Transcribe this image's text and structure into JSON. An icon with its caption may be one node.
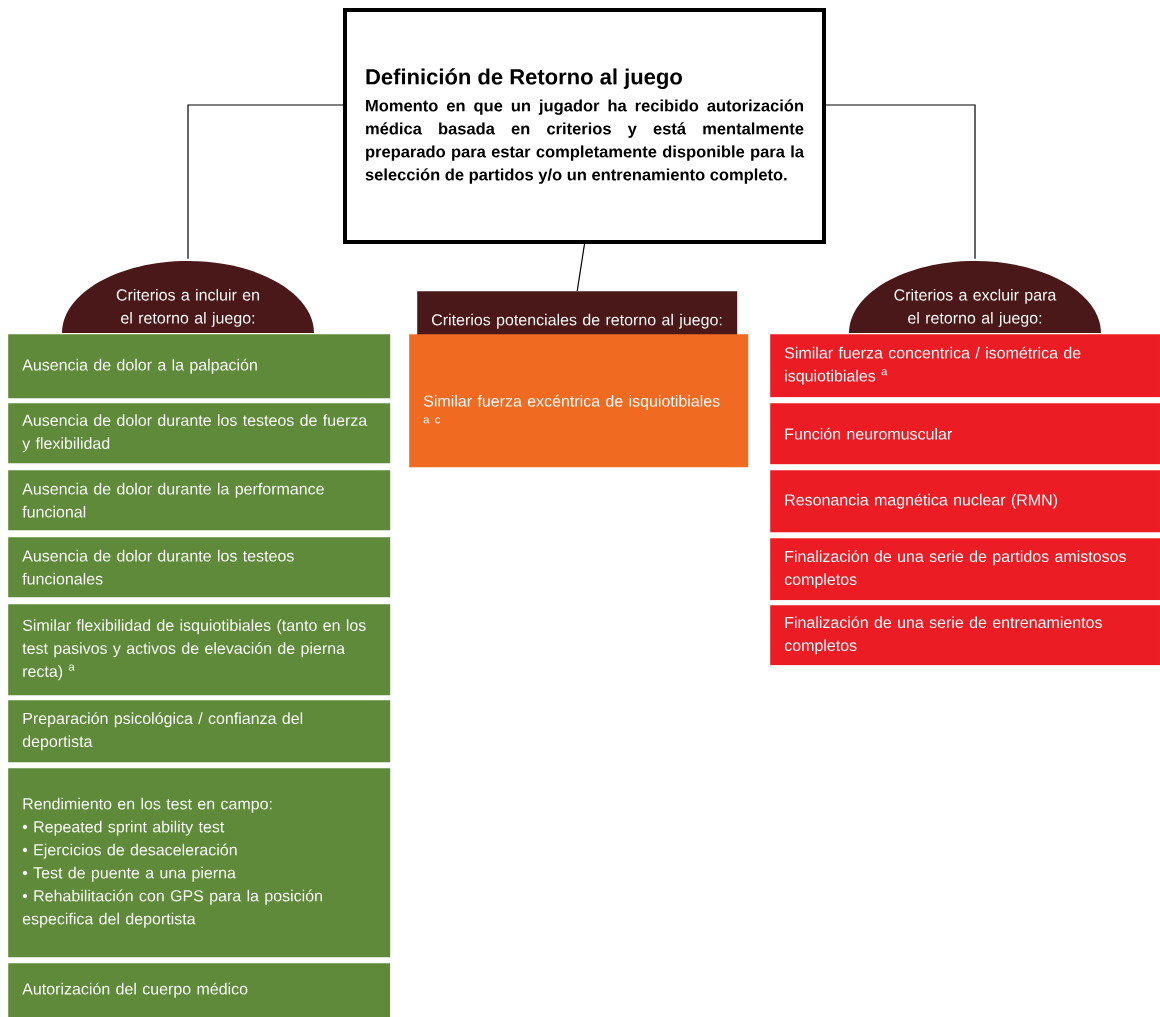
{
  "diagram": {
    "nodes": [
      {
        "text": [
          "Definición de Retorno al juego",
          "Momento en que un jugador ha recibido autorización médica basada en criterios y está mentalmente preparado para estar completamente disponible para la selección de partidos y/o un entrenamiento completo."
        ]
      },
      {
        "text": [
          "Criterios a incluir en el retorno al juego:"
        ]
      },
      {
        "text": [
          "Ausencia de dolor a la palpación"
        ]
      },
      {
        "text": [
          "Ausencia de dolor durante los testeos de fuerza y flexibilidad"
        ]
      },
      {
        "text": [
          "Ausencia de dolor durante la performance funcional"
        ]
      },
      {
        "text": [
          "Ausencia de dolor durante los testeos funcionales"
        ]
      },
      {
        "text": [
          "Similar flexibilidad de isquiotibiales (tanto en los test pasivos y activos de elevación de pierna recta) $^{a}$"
        ]
      },
      {
        "text": [
          "Preparación psicológica / confianza del deportista"
        ]
      },
      {
        "text": [
          "Rendimiento en los test en campo:",
          "• Repeated sprint ability test",
          "• Ejercicios de desaceleración",
          "• Test de puente a una pierna",
          "• Rehabilitación con GPS para la posición especifica del deportista"
        ]
      },
      {
        "text": [
          "Autorización del cuerpo médico"
        ]
      },
      {
        "text": [
          "Criterios potenciales de retorno al juego:"
        ]
      },
      {
        "text": [
          "Similar fuerza excéntrica de isquiotibiales $^{a c}$"
        ]
      },
      {
        "text": [
          "Criterios a excluir para el retorno al juego:"
        ]
      },
      {
        "text": [
          "Similar fuerza concentrica / isométrica de isquiotibiales $^{a}$"
        ]
      },
      {
        "text": [
          "Función neuromuscular"
        ]
      },
      {
        "text": [
          "Resonancia magnética nuclear (RMN)"
        ]
      },
      {
        "text": [
          "Finalización de una serie de partidos amistosos completos"
        ]
      },
      {
        "text": [
          "Finalización de una serie de entrenamientos completos"
        ]
      }
    ],
    "edges": [
      {
        "from": 0,
        "to": 1,
        "arrow": "none"
      },
      {
        "from": 0,
        "to": 10,
        "arrow": "none"
      },
      {
        "from": 0,
        "to": 12,
        "arrow": "none"
      }
    ]
  }
}
